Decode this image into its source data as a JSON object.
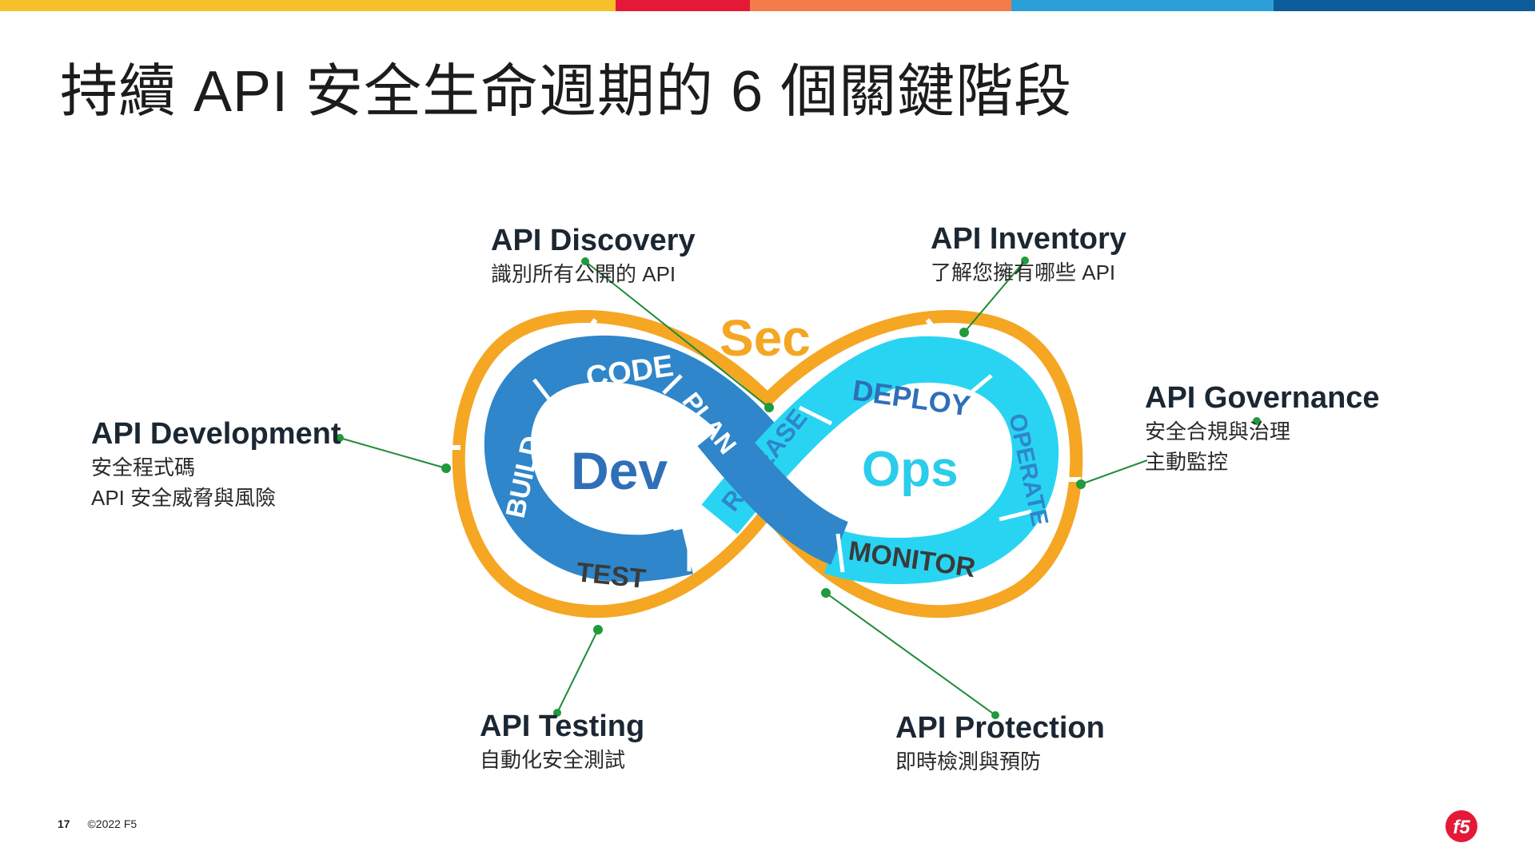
{
  "slide": {
    "title": "持續 API 安全生命週期的 6 個關鍵階段",
    "top_bar_colors": [
      "#F5C02A",
      "#E31937",
      "#F47C48",
      "#2C9FD9",
      "#0E5C9A"
    ]
  },
  "diagram": {
    "center_labels": {
      "sec": "Sec",
      "dev": "Dev",
      "ops": "Ops"
    },
    "dev_loop": [
      "CODE",
      "BUILD",
      "TEST",
      "PLAN"
    ],
    "ops_loop": [
      "RELEASE",
      "DEPLOY",
      "OPERATE",
      "MONITOR"
    ],
    "colors": {
      "outer_ring": "#F5A623",
      "dev_band": "#2F86CA",
      "ops_band": "#29D4F2",
      "dev_text": "#2F6FB8",
      "ops_text": "#2ACDEB",
      "sec_text": "#F5A623",
      "connector": "#1E8B3A",
      "connector_dot": "#1F9A3C"
    }
  },
  "callouts": {
    "development": {
      "head": "API Development",
      "lines": [
        "安全程式碼",
        "API 安全威脅與風險"
      ]
    },
    "discovery": {
      "head": "API Discovery",
      "lines": [
        "識別所有公開的 API"
      ]
    },
    "inventory": {
      "head": "API Inventory",
      "lines": [
        "了解您擁有哪些 API"
      ]
    },
    "governance": {
      "head": "API Governance",
      "lines": [
        "安全合規與治理",
        "主動監控"
      ]
    },
    "testing": {
      "head": "API Testing",
      "lines": [
        "自動化安全測試"
      ]
    },
    "protection": {
      "head": "API Protection",
      "lines": [
        "即時檢測與預防"
      ]
    }
  },
  "footer": {
    "page_number": "17",
    "copyright": "©2022 F5"
  },
  "logo": {
    "text": "f5",
    "color": "#E31937"
  }
}
